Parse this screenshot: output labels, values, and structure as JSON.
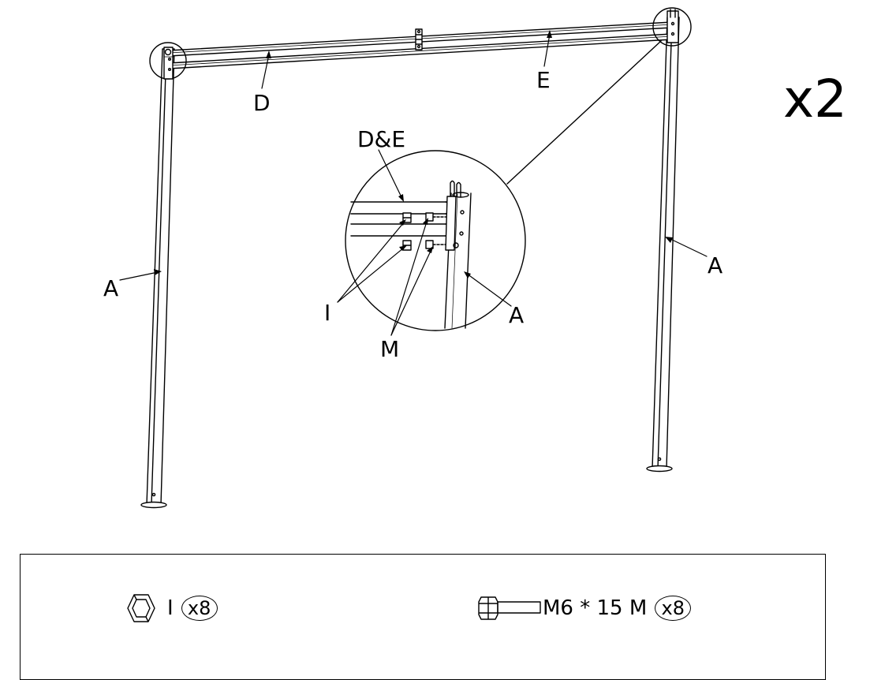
{
  "multiplier": "x2",
  "labels": {
    "crossbar_lower": "D",
    "crossbar_upper": "E",
    "leg_left": "A",
    "leg_right": "A",
    "detail_bars": "D&E",
    "detail_nut": "I",
    "detail_bolt": "M",
    "detail_leg": "A"
  },
  "parts": [
    {
      "code": "I",
      "qty": "x8",
      "icon": "hex-nut-icon"
    },
    {
      "code": "M6 * 15 M",
      "qty": "x8",
      "icon": "hex-bolt-icon"
    }
  ]
}
